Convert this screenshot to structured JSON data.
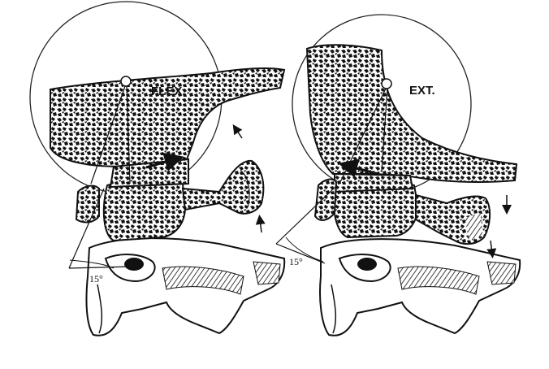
{
  "figure": {
    "left_panel": {
      "label": "FLEX.",
      "angle": "15°"
    },
    "right_panel": {
      "label": "EXT.",
      "angle": "15°"
    },
    "colors": {
      "ink": "#111111",
      "bone": "#ffffff",
      "paper": "#ffffff"
    },
    "icons": [
      "center-of-rotation-marker",
      "motion-arrow"
    ]
  }
}
